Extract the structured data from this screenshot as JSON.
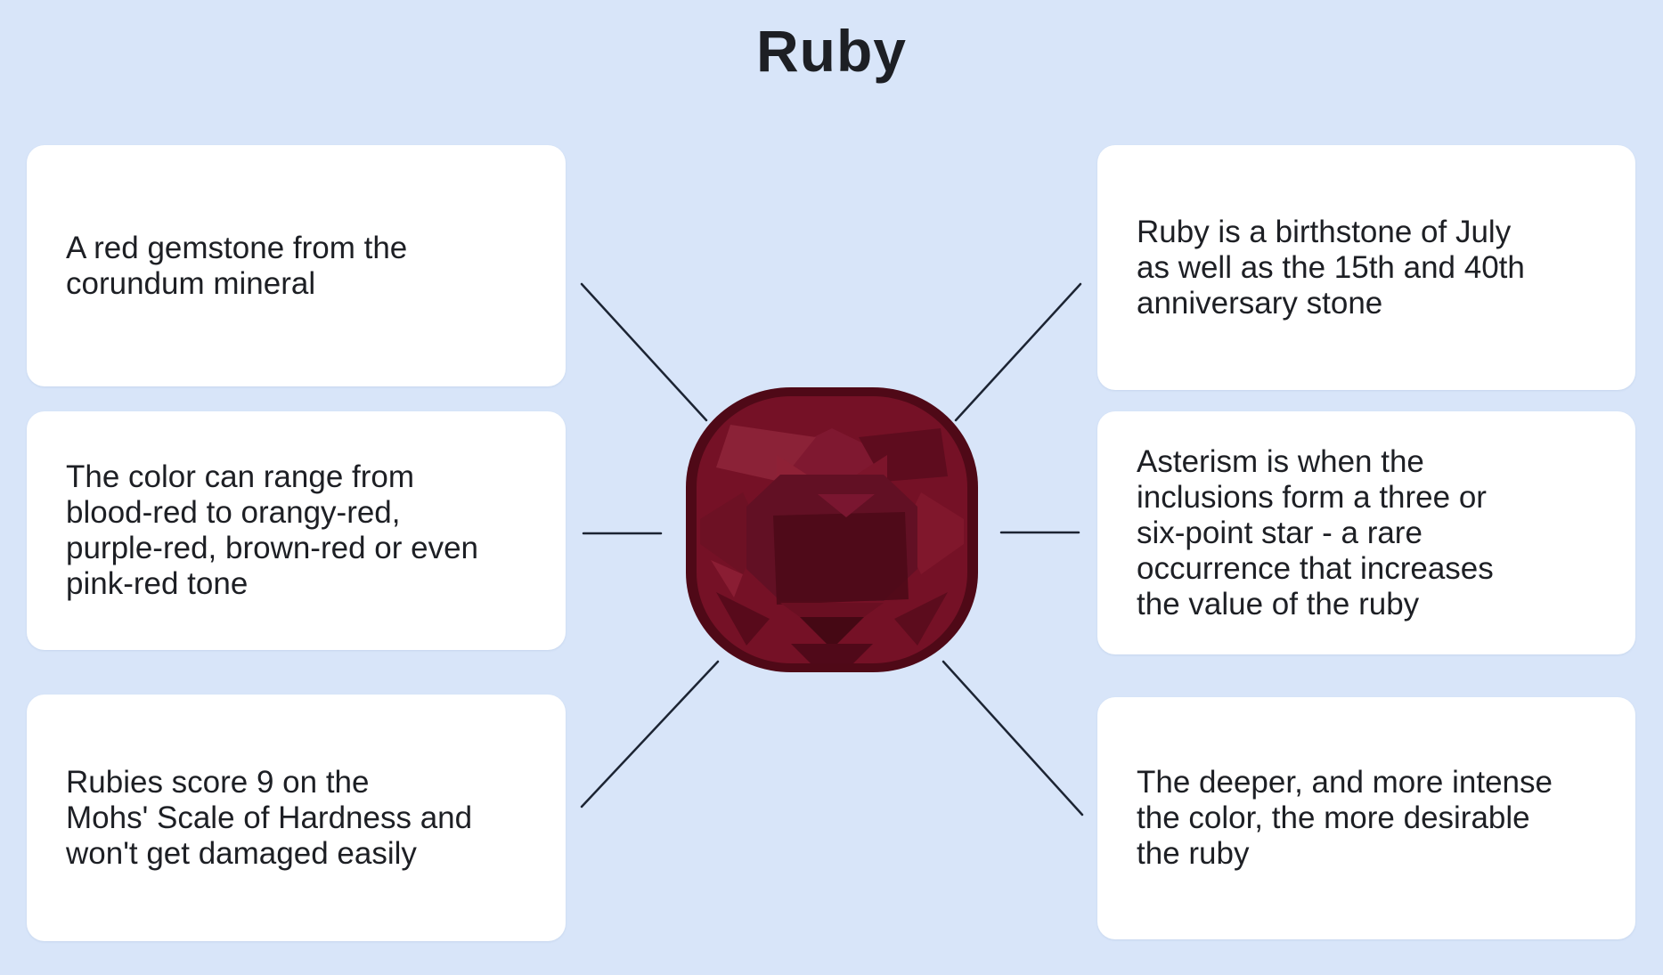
{
  "title": "Ruby",
  "colors": {
    "background": "#d8e5f9",
    "card": "#ffffff",
    "text": "#1d1f24",
    "connector_line": "#1c2433",
    "gem_rim": "#4f0917",
    "gem_body": "#751126",
    "gem_dark_facet": "#4c0918",
    "gem_light_facet": "#8e2136"
  },
  "gem": {
    "label": "cushion-cut red ruby gemstone illustration"
  },
  "facts": {
    "left": [
      {
        "text": "A red gemstone from the\ncorundum mineral"
      },
      {
        "text": "The color can range from\nblood-red to orangy-red,\npurple-red, brown-red or even\npink-red tone"
      },
      {
        "text": "Rubies score 9 on the\nMohs' Scale of Hardness and\nwon't get damaged easily"
      }
    ],
    "right": [
      {
        "text": "Ruby is a birthstone of July\nas well as the 15th and 40th\nanniversary stone"
      },
      {
        "text": "Asterism is when the\ninclusions form a three or\nsix-point star - a rare\noccurrence that increases\nthe value of the ruby"
      },
      {
        "text": "The deeper, and more intense\nthe color, the more desirable\nthe ruby"
      }
    ]
  }
}
